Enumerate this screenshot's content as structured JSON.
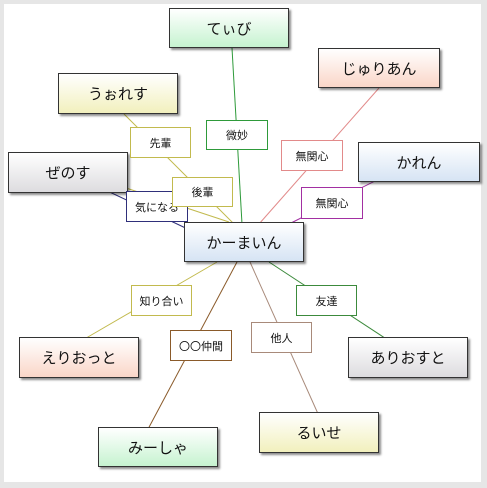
{
  "center": {
    "label": "かーまいん",
    "theme": "blue"
  },
  "relations": [
    {
      "node": "てぃび",
      "rel": "微妙",
      "theme": "green",
      "line_color": "#2e9a3a"
    },
    {
      "node": "じゅりあん",
      "rel": "無関心",
      "theme": "red",
      "line_color": "#e28a8a"
    },
    {
      "node": "うぉれす",
      "rel": "先輩",
      "theme": "yellow",
      "line_color": "#c2ba4e"
    },
    {
      "node": "ぜのす",
      "rel": "気になる",
      "theme": "gray",
      "line_color": "#2f2f7a"
    },
    {
      "node": "ぜのす",
      "rel": "後輩",
      "theme": "gray",
      "line_color": "#c2ba4e"
    },
    {
      "node": "かれん",
      "rel": "無関心",
      "theme": "blue",
      "line_color": "#a22fa2"
    },
    {
      "node": "えりおっと",
      "rel": "知り合い",
      "theme": "red",
      "line_color": "#c2ba4e"
    },
    {
      "node": "ありおすと",
      "rel": "友達",
      "theme": "gray",
      "line_color": "#3c8a3c"
    },
    {
      "node": "みーしゃ",
      "rel": "〇〇仲間",
      "theme": "green",
      "line_color": "#8a5a2a"
    },
    {
      "node": "るいせ",
      "rel": "他人",
      "theme": "yellow",
      "line_color": "#a88a7a"
    }
  ]
}
